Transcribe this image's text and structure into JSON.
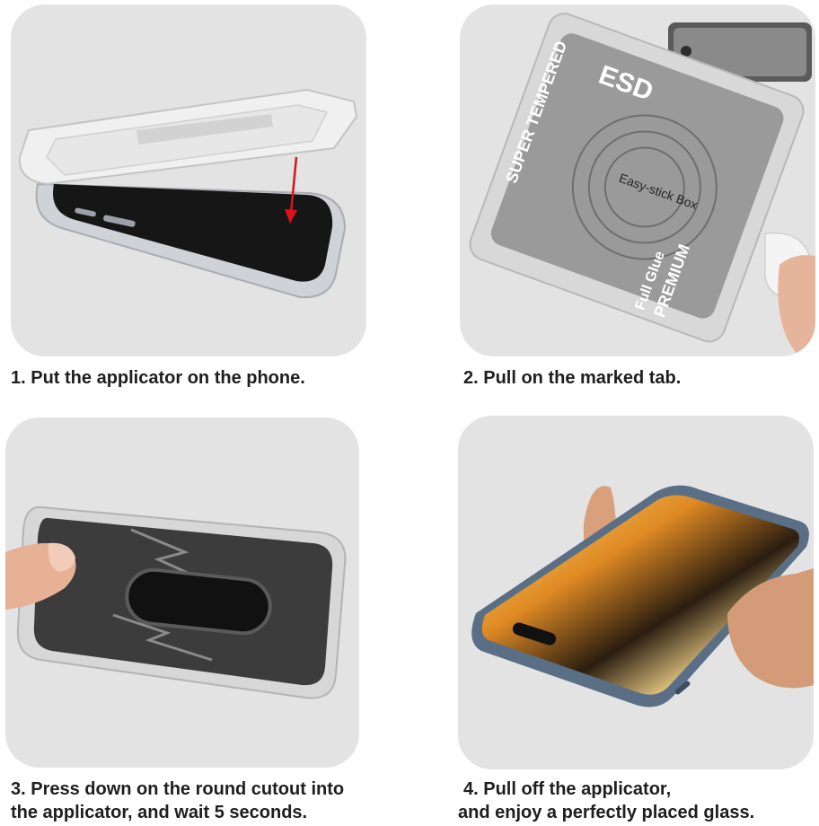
{
  "steps": [
    {
      "caption_lines": [
        "1. Put the applicator on the phone."
      ],
      "image_icon": "applicator-on-phone-illustration"
    },
    {
      "caption_lines": [
        "2. Pull on the marked tab."
      ],
      "image_icon": "pull-tab-illustration",
      "box_print": {
        "brand": "ESD",
        "line_1": "SUPER TEMPERED",
        "line_2": "Easy-stick Box",
        "line_3": "Full Glue",
        "line_4": "PREMIUM"
      }
    },
    {
      "caption_lines": [
        "3. Press down on the round cutout into",
        "the applicator, and wait 5 seconds."
      ],
      "image_icon": "press-cutout-illustration"
    },
    {
      "caption_lines": [
        "4. Pull off the applicator,",
        "and enjoy a perfectly placed glass."
      ],
      "image_icon": "placed-glass-illustration"
    }
  ],
  "colors": {
    "panel_background": "#e3e3e3",
    "caption_text": "#1e1e1e",
    "arrow": "#d8141a"
  }
}
